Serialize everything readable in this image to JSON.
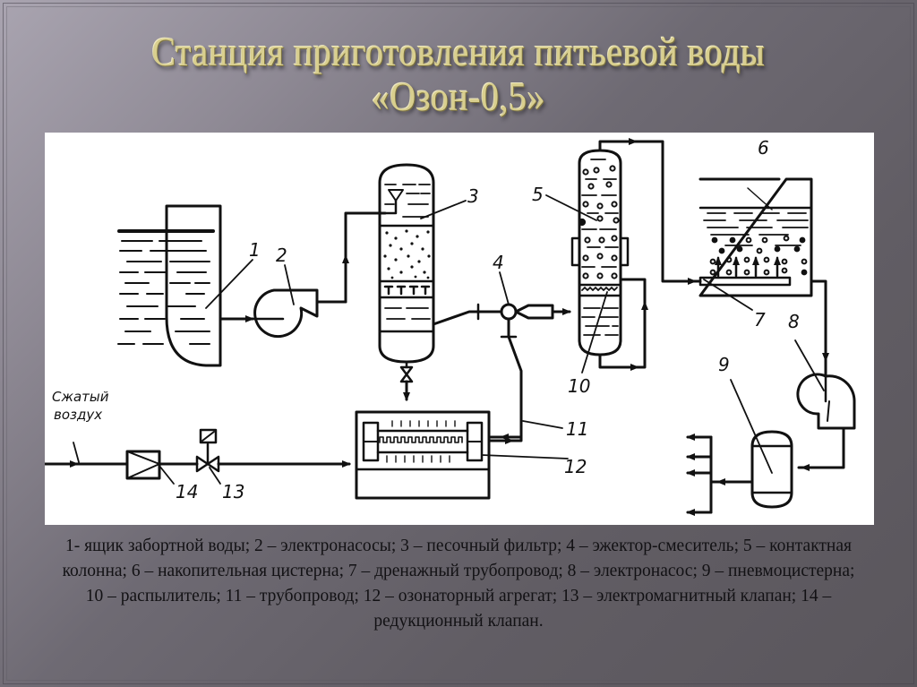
{
  "slide": {
    "title_line1": "Станция приготовления питьевой воды",
    "title_line2": "«Озон-0,5»",
    "colors": {
      "title_gold": "#d9cf8e",
      "background_light": "#a9a4b0",
      "background_dark": "#5a565c",
      "panel": "#ffffff",
      "ink": "#111111"
    }
  },
  "diagram": {
    "labels": {
      "n1": "1",
      "n2": "2",
      "n3": "3",
      "n4": "4",
      "n5": "5",
      "n6": "6",
      "n7": "7",
      "n8": "8",
      "n9": "9",
      "n10": "10",
      "n11": "11",
      "n12": "12",
      "n13": "13",
      "n14": "14"
    },
    "air_label_line1": "Сжатый",
    "air_label_line2": "воздух",
    "components": [
      {
        "id": 1,
        "name": "ящик заборной воды"
      },
      {
        "id": 2,
        "name": "электронасосы"
      },
      {
        "id": 3,
        "name": "песочный фильтр"
      },
      {
        "id": 4,
        "name": "эжектор-смеситель"
      },
      {
        "id": 5,
        "name": "контактная колонна"
      },
      {
        "id": 6,
        "name": "накопительная цистерна"
      },
      {
        "id": 7,
        "name": "дренажный трубопровод"
      },
      {
        "id": 8,
        "name": "электронасос"
      },
      {
        "id": 9,
        "name": "пневмоцистерна"
      },
      {
        "id": 10,
        "name": "распылитель"
      },
      {
        "id": 11,
        "name": "трубопровод"
      },
      {
        "id": 12,
        "name": "озонаторный агрегат"
      },
      {
        "id": 13,
        "name": "электромагнитный клапан"
      },
      {
        "id": 14,
        "name": "редукционный клапан"
      }
    ]
  },
  "caption": {
    "text": "1- ящик забортной воды; 2 – электронасосы; 3 – песочный фильтр; 4 – эжектор-смеситель; 5 – контактная колонна; 6 – накопительная цистерна; 7 – дренажный трубопровод; 8 – электронасос; 9 – пневмоцистерна; 10 – распылитель; 11 – трубопровод; 12 – озонаторный агрегат; 13 – электромагнитный клапан; 14 – редукционный клапан."
  }
}
